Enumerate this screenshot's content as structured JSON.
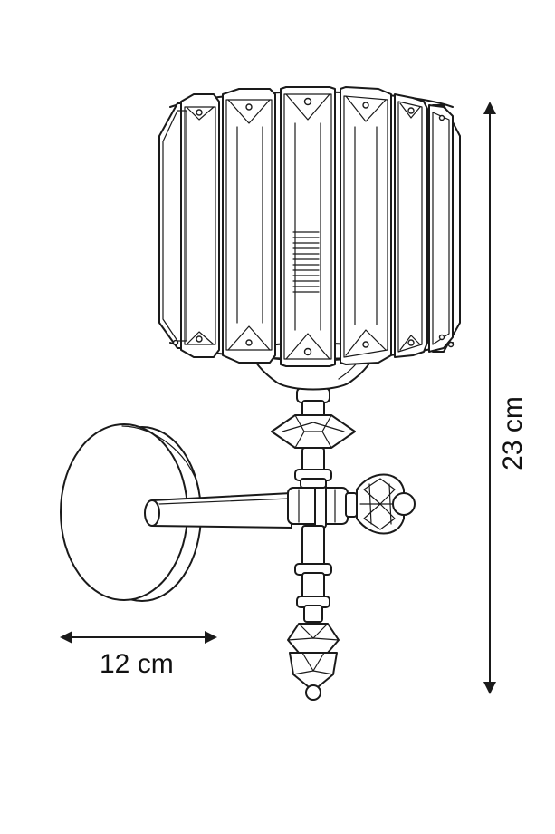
{
  "dimensions": {
    "width_label": "12 cm",
    "height_label": "23 cm"
  },
  "product": {
    "type": "crystal wall sconce line drawing",
    "parts": [
      "crystal-shade",
      "shade-cup",
      "stem-finial",
      "arm",
      "wall-plate",
      "side-knob",
      "bottom-drop"
    ]
  },
  "colors": {
    "line": "#1a1a1a",
    "background": "#ffffff"
  }
}
